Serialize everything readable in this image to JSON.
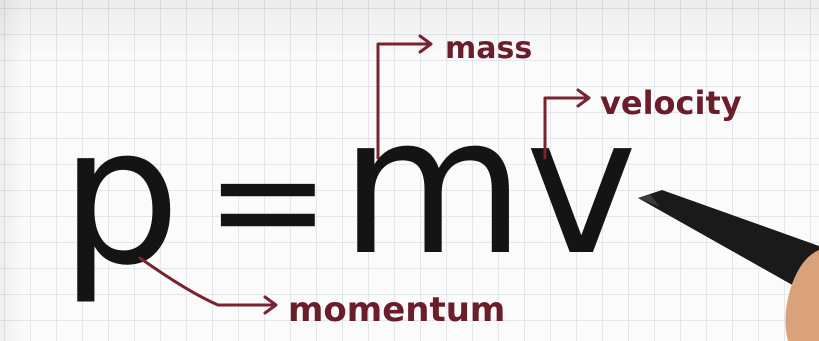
{
  "equation": {
    "symbol_p": "p",
    "equals": "=",
    "symbol_mv": "mv"
  },
  "labels": {
    "mass": "mass",
    "velocity": "velocity",
    "momentum": "momentum"
  },
  "colors": {
    "ink": "#141414",
    "annotation": "#6b1d2a",
    "grid": "#e3e6ea",
    "marker_body": "#1a1a1a",
    "hand": "#d9a27a"
  },
  "icons": {
    "marker": "marker-pen-icon"
  }
}
